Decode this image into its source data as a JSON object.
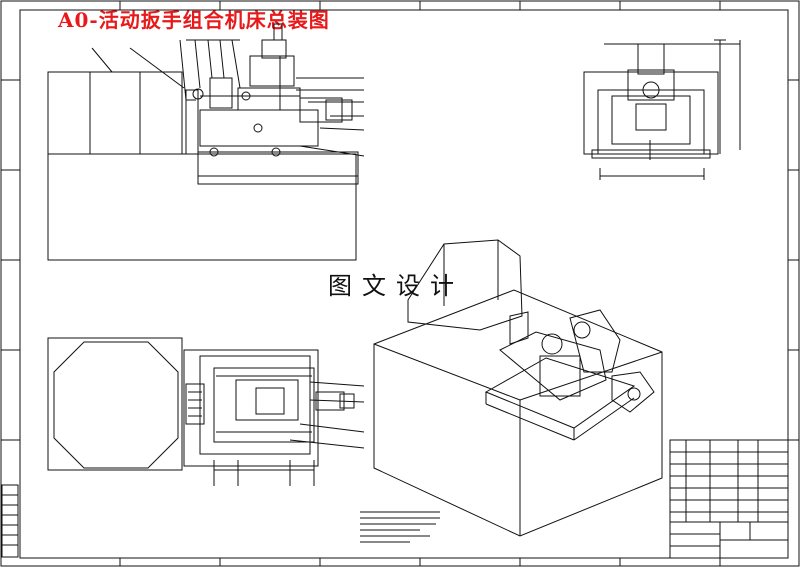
{
  "title": "A0-活动扳手组合机床总装图",
  "watermark": "图文设计",
  "colors": {
    "title": "#e8191a",
    "lines": "#111111",
    "background": "#ffffff"
  },
  "views": [
    "front-view",
    "side-view",
    "top-view",
    "isometric-view"
  ],
  "icons": [
    "motor-icon",
    "table-icon"
  ]
}
